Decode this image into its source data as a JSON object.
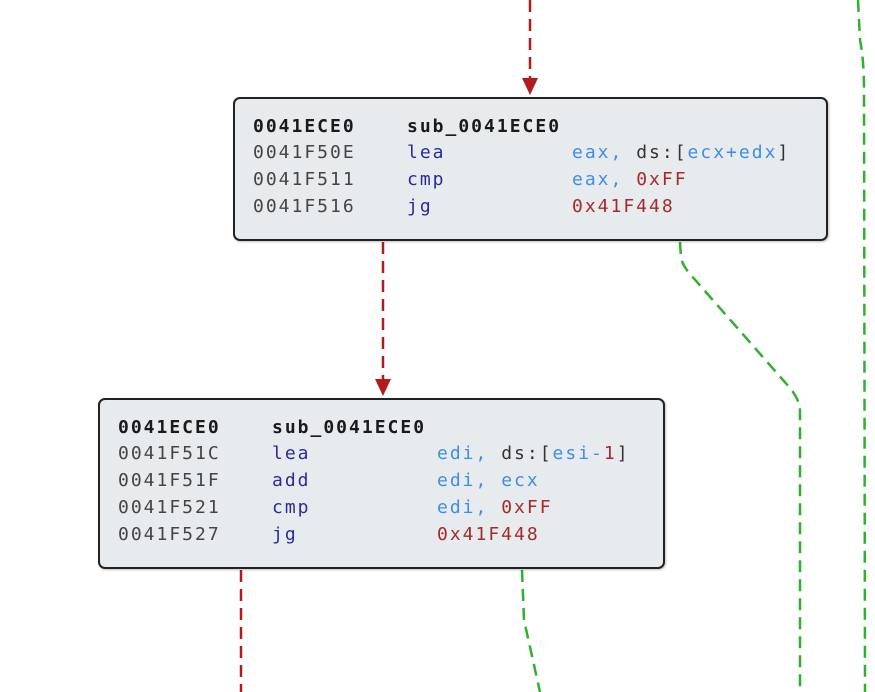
{
  "blocks": [
    {
      "header": {
        "address": "0041ECE0",
        "name": "sub_0041ECE0"
      },
      "instructions": [
        {
          "address": "0041F50E",
          "mnemonic": "lea",
          "operands": [
            {
              "t": "reg",
              "v": "eax,"
            },
            {
              "t": "plain",
              "v": " ds:["
            },
            {
              "t": "reg",
              "v": "ecx+edx"
            },
            {
              "t": "plain",
              "v": "]"
            }
          ]
        },
        {
          "address": "0041F511",
          "mnemonic": "cmp",
          "operands": [
            {
              "t": "reg",
              "v": "eax,"
            },
            {
              "t": "plain",
              "v": " "
            },
            {
              "t": "imm",
              "v": "0xFF"
            }
          ]
        },
        {
          "address": "0041F516",
          "mnemonic": "jg",
          "operands": [
            {
              "t": "imm",
              "v": "0x41F448"
            }
          ]
        }
      ]
    },
    {
      "header": {
        "address": "0041ECE0",
        "name": "sub_0041ECE0"
      },
      "instructions": [
        {
          "address": "0041F51C",
          "mnemonic": "lea",
          "operands": [
            {
              "t": "reg",
              "v": "edi,"
            },
            {
              "t": "plain",
              "v": " ds:["
            },
            {
              "t": "reg",
              "v": "esi-"
            },
            {
              "t": "imm",
              "v": "1"
            },
            {
              "t": "plain",
              "v": "]"
            }
          ]
        },
        {
          "address": "0041F51F",
          "mnemonic": "add",
          "operands": [
            {
              "t": "reg",
              "v": "edi,"
            },
            {
              "t": "plain",
              "v": " "
            },
            {
              "t": "reg",
              "v": "ecx"
            }
          ]
        },
        {
          "address": "0041F521",
          "mnemonic": "cmp",
          "operands": [
            {
              "t": "reg",
              "v": "edi,"
            },
            {
              "t": "plain",
              "v": " "
            },
            {
              "t": "imm",
              "v": "0xFF"
            }
          ]
        },
        {
          "address": "0041F527",
          "mnemonic": "jg",
          "operands": [
            {
              "t": "imm",
              "v": "0x41F448"
            }
          ]
        }
      ]
    }
  ],
  "colors": {
    "edge_fallthrough": "#b01c1c",
    "edge_jump": "#2fb02f"
  }
}
